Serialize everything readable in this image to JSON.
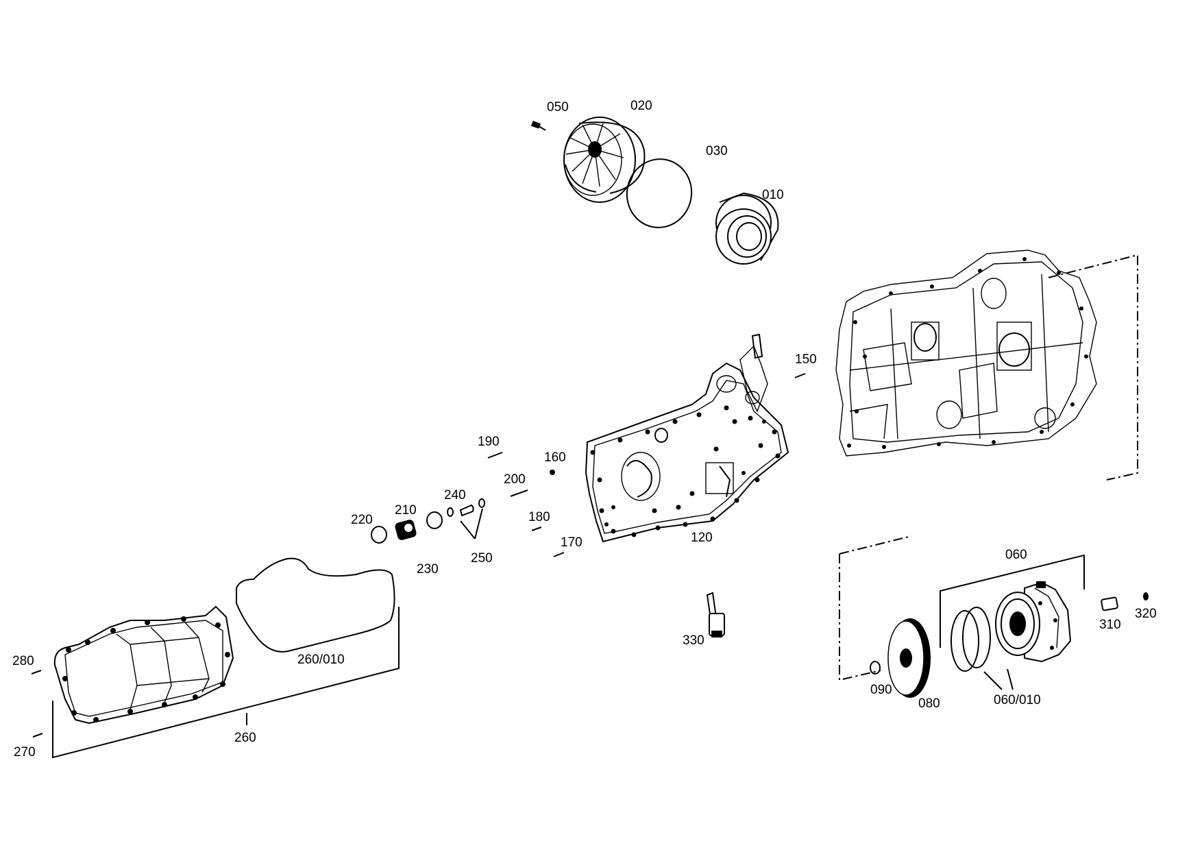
{
  "parts": [
    {
      "id": "p050",
      "label": "050"
    },
    {
      "id": "p020",
      "label": "020"
    },
    {
      "id": "p030",
      "label": "030"
    },
    {
      "id": "p010",
      "label": "010"
    },
    {
      "id": "p150",
      "label": "150"
    },
    {
      "id": "p190",
      "label": "190"
    },
    {
      "id": "p160",
      "label": "160"
    },
    {
      "id": "p200",
      "label": "200"
    },
    {
      "id": "p240",
      "label": "240"
    },
    {
      "id": "p220",
      "label": "220"
    },
    {
      "id": "p210",
      "label": "210"
    },
    {
      "id": "p230",
      "label": "230"
    },
    {
      "id": "p250",
      "label": "250"
    },
    {
      "id": "p180",
      "label": "180"
    },
    {
      "id": "p170",
      "label": "170"
    },
    {
      "id": "p120",
      "label": "120"
    },
    {
      "id": "p060",
      "label": "060"
    },
    {
      "id": "p310",
      "label": "310"
    },
    {
      "id": "p320",
      "label": "320"
    },
    {
      "id": "p330",
      "label": "330"
    },
    {
      "id": "p090",
      "label": "090"
    },
    {
      "id": "p080",
      "label": "080"
    },
    {
      "id": "p060_010",
      "label": "060/010"
    },
    {
      "id": "p260_010",
      "label": "260/010"
    },
    {
      "id": "p280",
      "label": "280"
    },
    {
      "id": "p270",
      "label": "270"
    },
    {
      "id": "p260",
      "label": "260"
    }
  ]
}
